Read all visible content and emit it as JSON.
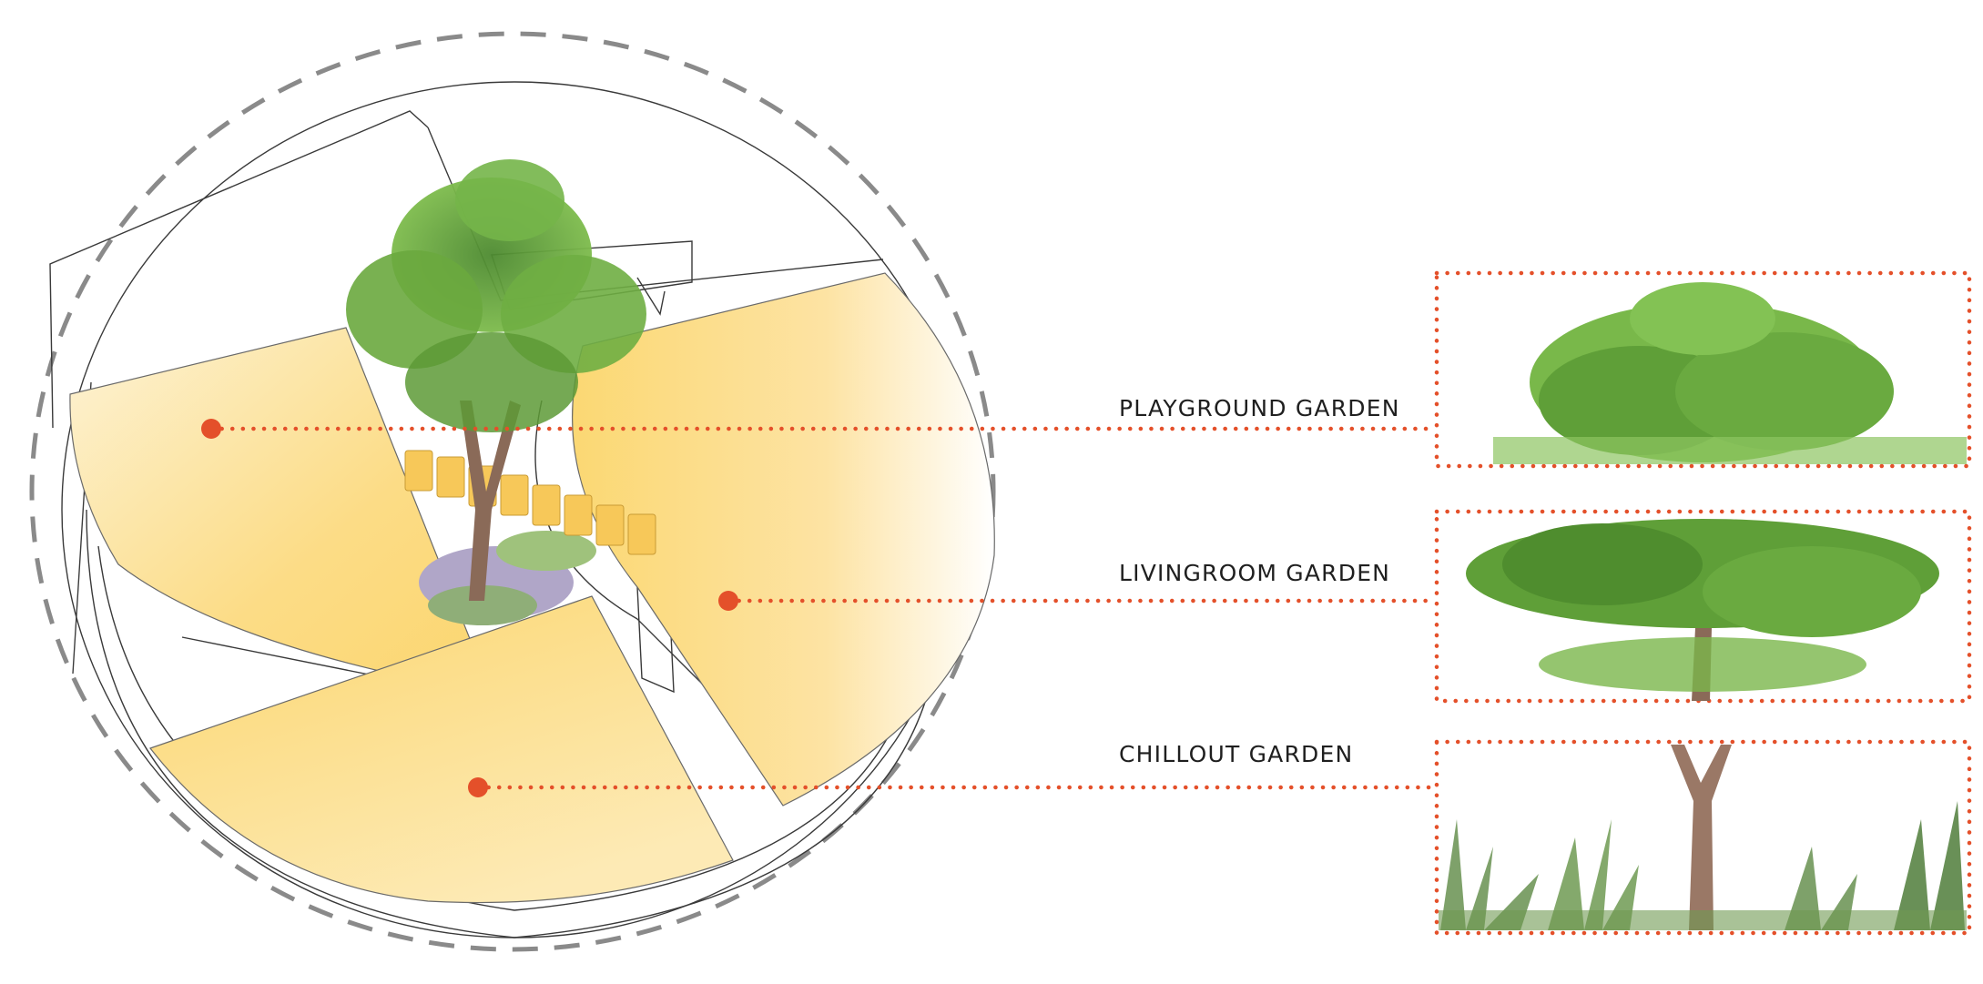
{
  "gardens": [
    {
      "label": "PLAYGROUND GARDEN"
    },
    {
      "label": "LIVINGROOM GARDEN"
    },
    {
      "label": "CHILLOUT GARDEN"
    }
  ],
  "colors": {
    "accent": "#e4502a",
    "zone_fill": "#fbd873",
    "dashed_circle": "#8a8a8a",
    "foliage": "#5f9a3a",
    "trunk": "#8a6a58"
  },
  "icons": [
    "tree-icon",
    "grass-icon"
  ]
}
